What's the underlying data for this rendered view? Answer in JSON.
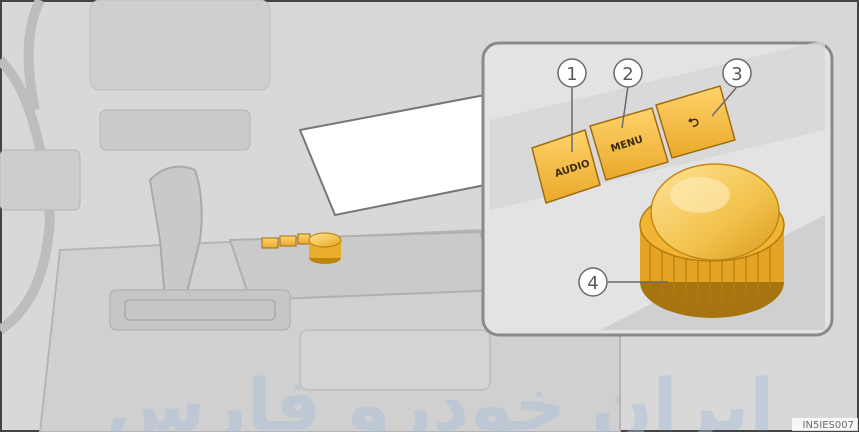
{
  "diagram": {
    "callouts": [
      {
        "num": "1",
        "label": "AUDIO"
      },
      {
        "num": "2",
        "label": "MENU"
      },
      {
        "num": "3",
        "label": "⮌"
      },
      {
        "num": "4",
        "label": ""
      }
    ],
    "image_code": "IN5IES007",
    "watermark": "ایران خودرو فارس"
  },
  "colors": {
    "accent": "#f2c24a",
    "accent_dark": "#d99a23",
    "interior": "#dcdcdc",
    "outline": "#b9b9b9"
  }
}
